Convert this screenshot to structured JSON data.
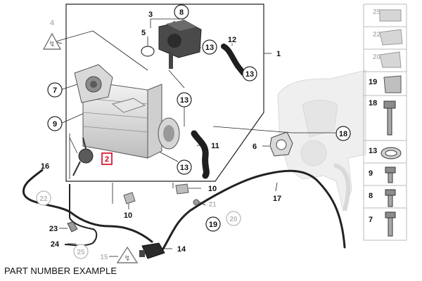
{
  "caption": "PART NUMBER EXAMPLE",
  "callouts": {
    "c1": "1",
    "c2": "2",
    "c3": "3",
    "c4": "4",
    "c5": "5",
    "c6": "6",
    "c7": "7",
    "c8": "8",
    "c9": "9",
    "c10a": "10",
    "c10b": "10",
    "c11": "11",
    "c12": "12",
    "c13a": "13",
    "c13b": "13",
    "c13c": "13",
    "c13d": "13",
    "c14": "14",
    "c15": "15",
    "c16": "16",
    "c17": "17",
    "c18": "18",
    "c19": "19",
    "c20": "20",
    "c21": "21",
    "c22": "22",
    "c23": "23",
    "c24": "24",
    "c25": "25"
  },
  "legend": [
    "25",
    "22",
    "20",
    "19",
    "18",
    "13",
    "9",
    "8",
    "7"
  ],
  "colors": {
    "highlight": "#d0021b",
    "line": "#222222",
    "muted": "#b5b5b5"
  }
}
